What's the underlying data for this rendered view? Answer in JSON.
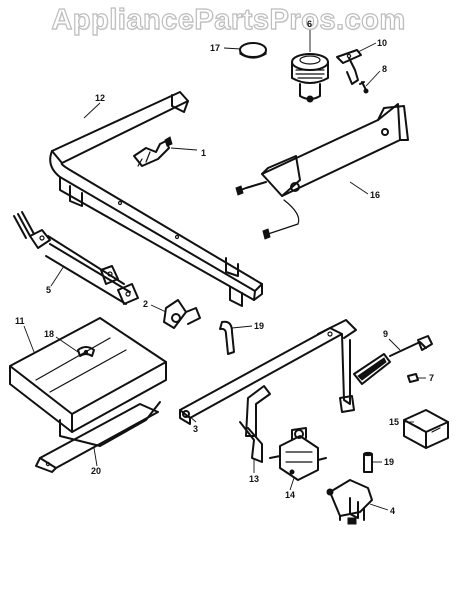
{
  "watermark": "AppliancePartsPros.com",
  "callouts": {
    "c1": "1",
    "c2": "2",
    "c3": "3",
    "c4": "4",
    "c5": "5",
    "c6": "6",
    "c7": "7",
    "c8": "8",
    "c9": "9",
    "c10": "10",
    "c11": "11",
    "c12": "12",
    "c13": "13",
    "c14": "14",
    "c15": "15",
    "c16": "16",
    "c17": "17",
    "c18": "18",
    "c19a": "19",
    "c19b": "19",
    "c20": "20"
  }
}
